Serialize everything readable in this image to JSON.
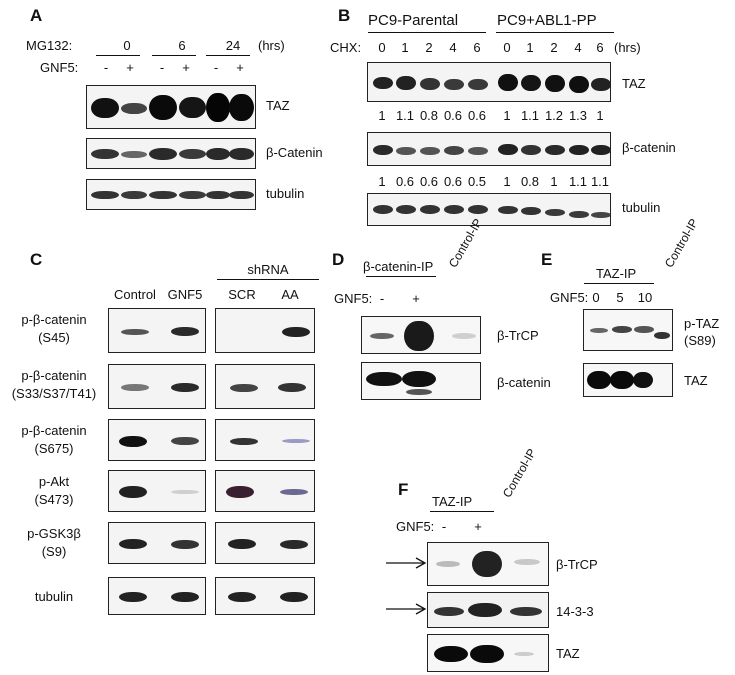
{
  "panels": {
    "A": {
      "label": "A",
      "mg132_label": "MG132:",
      "mg132_times": [
        "0",
        "6",
        "24"
      ],
      "hrs": "(hrs)",
      "gnf5_label": "GNF5:",
      "gnf5_signs": [
        "-",
        "+",
        "-",
        "+",
        "-",
        "+"
      ],
      "blots": [
        "TAZ",
        "β-Catenin",
        "tubulin"
      ]
    },
    "B": {
      "label": "B",
      "groups": [
        "PC9-Parental",
        "PC9+ABL1-PP"
      ],
      "chx_label": "CHX:",
      "chx_times": [
        "0",
        "1",
        "2",
        "4",
        "6",
        "0",
        "1",
        "2",
        "4",
        "6"
      ],
      "hrs": "(hrs)",
      "blots": [
        "TAZ",
        "β-catenin",
        "tubulin"
      ],
      "taz_quant": [
        "1",
        "1.1",
        "0.8",
        "0.6",
        "0.6",
        "1",
        "1.1",
        "1.2",
        "1.3",
        "1"
      ],
      "catenin_quant": [
        "1",
        "0.6",
        "0.6",
        "0.6",
        "0.5",
        "1",
        "0.8",
        "1",
        "1.1",
        "1.1"
      ]
    },
    "C": {
      "label": "C",
      "shrna": "shRNA",
      "cols": [
        "Control",
        "GNF5",
        "SCR",
        "AA"
      ],
      "rows": [
        {
          "line1": "p-β-catenin",
          "line2": "(S45)"
        },
        {
          "line1": "p-β-catenin",
          "line2": "(S33/S37/T41)"
        },
        {
          "line1": "p-β-catenin",
          "line2": "(S675)"
        },
        {
          "line1": "p-Akt",
          "line2": "(S473)"
        },
        {
          "line1": "p-GSK3β",
          "line2": "(S9)"
        },
        {
          "line1": "tubulin",
          "line2": ""
        }
      ]
    },
    "D": {
      "label": "D",
      "ip": "β-catenin-IP",
      "control_ip": "Control-IP",
      "gnf5_label": "GNF5:",
      "gnf5_signs": [
        "-",
        "+"
      ],
      "blots": [
        "β-TrCP",
        "β-catenin"
      ]
    },
    "E": {
      "label": "E",
      "ip": "TAZ-IP",
      "control_ip": "Control-IP",
      "gnf5_label": "GNF5:",
      "doses": [
        "0",
        "5",
        "10"
      ],
      "blots": [
        {
          "line1": "p-TAZ",
          "line2": "(S89)"
        },
        {
          "line1": "TAZ",
          "line2": ""
        }
      ]
    },
    "F": {
      "label": "F",
      "ip": "TAZ-IP",
      "control_ip": "Control-IP",
      "gnf5_label": "GNF5:",
      "gnf5_signs": [
        "-",
        "+"
      ],
      "blots": [
        "β-TrCP",
        "14-3-3",
        "TAZ"
      ]
    }
  }
}
